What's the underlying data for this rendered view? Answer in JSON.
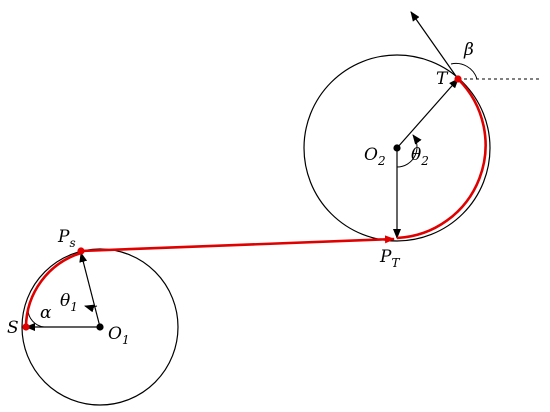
{
  "colors": {
    "path": "#e00000",
    "ink": "#000000",
    "background": "#ffffff"
  },
  "labels": {
    "S": "S",
    "T": "T",
    "Ps": {
      "base": "P",
      "sub": "s"
    },
    "PT": {
      "base": "P",
      "sub": "T"
    },
    "O1": {
      "base": "O",
      "sub": "1"
    },
    "O2": {
      "base": "O",
      "sub": "2"
    },
    "alpha": "α",
    "beta": "β",
    "theta1": {
      "base": "θ",
      "sub": "1"
    },
    "theta2": {
      "base": "θ",
      "sub": "2"
    }
  }
}
